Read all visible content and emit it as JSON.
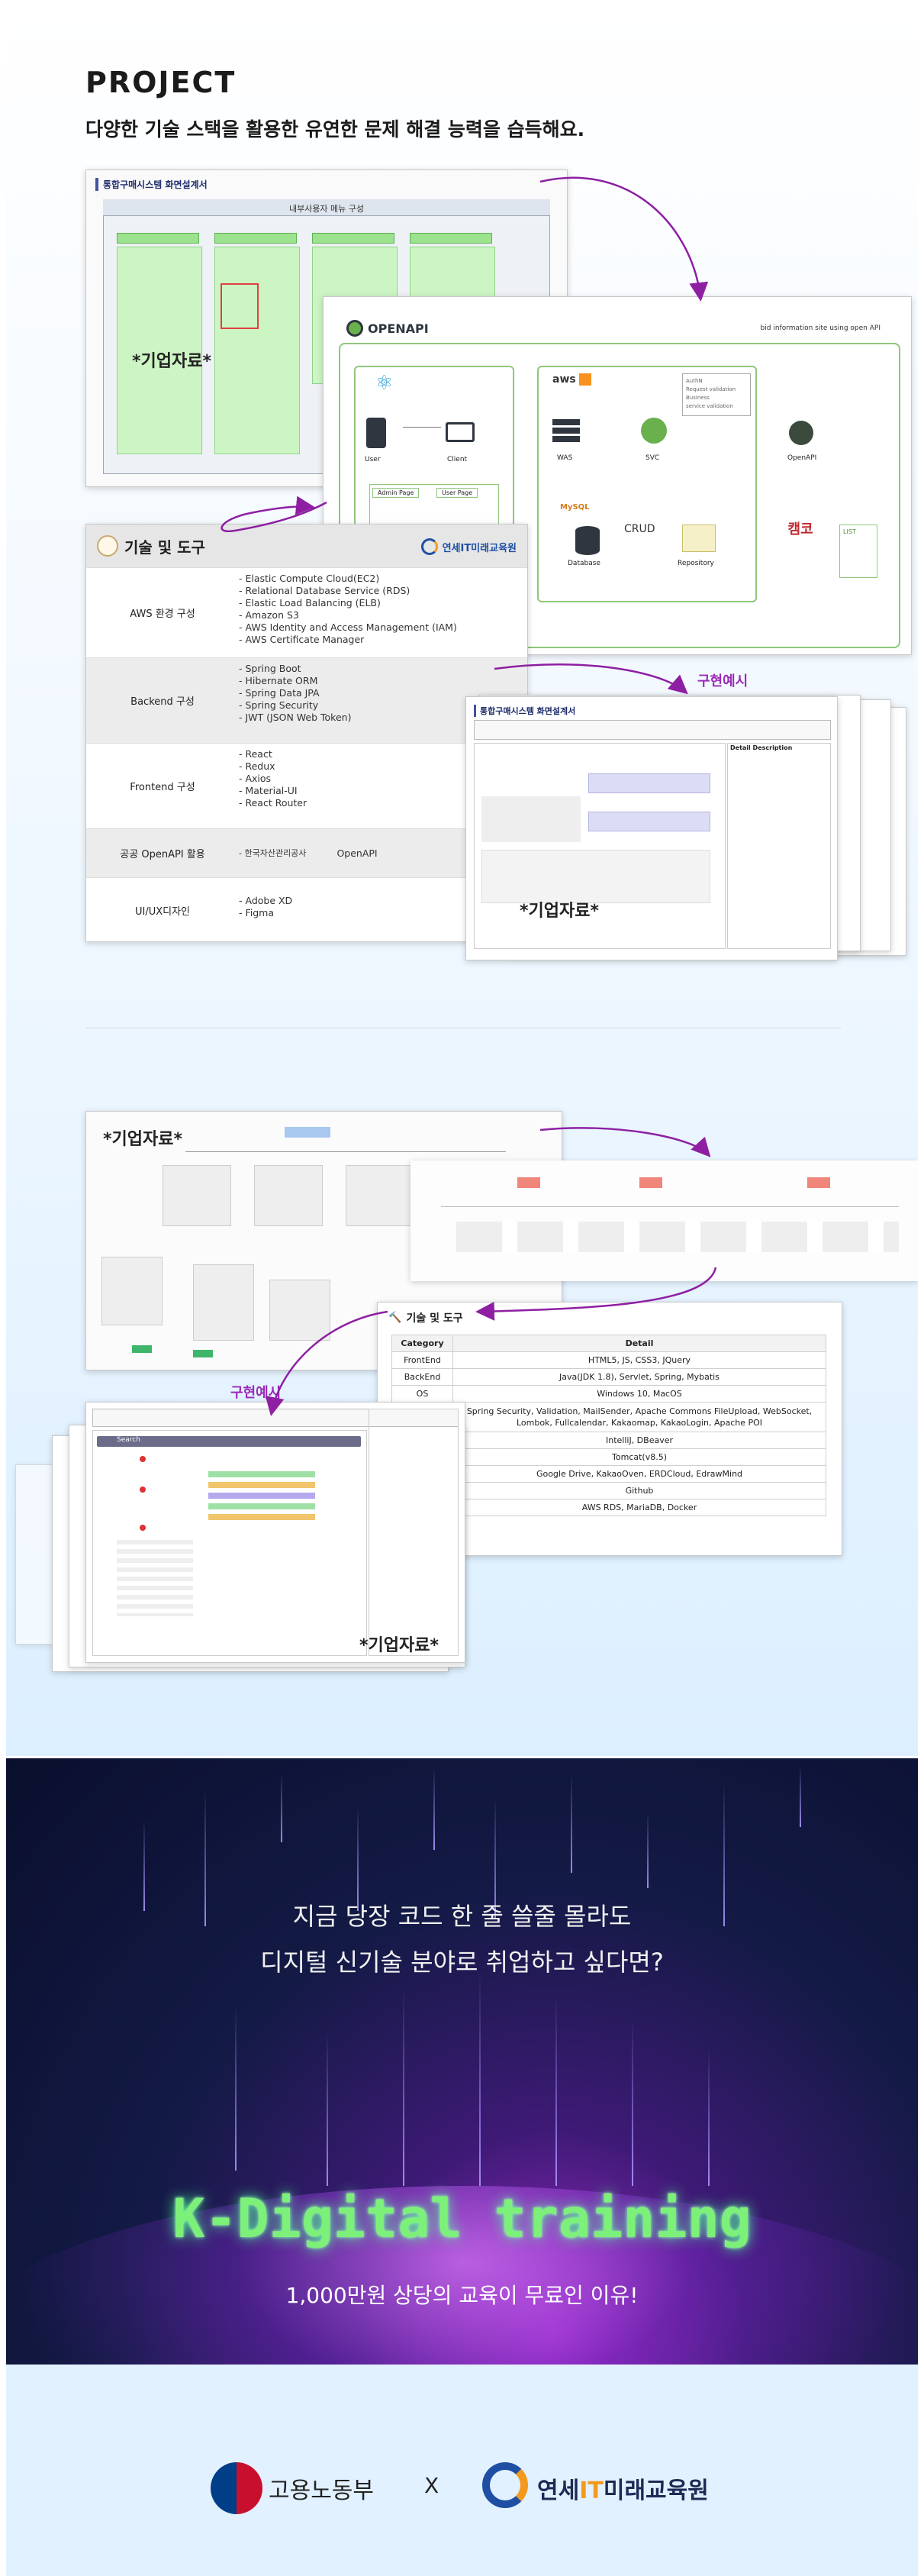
{
  "project": {
    "title": "PROJECT",
    "subtitle": "다양한 기술 스택을 활용한 유연한 문제 해결 능력을 습득해요."
  },
  "section1": {
    "screen_doc": {
      "title": "통합구매시스템 화면설계서",
      "menu_title": "내부사용자 메뉴 구성",
      "stamp": "*기업자료*"
    },
    "openapi": {
      "logo": "OPENAPI",
      "note": "bid information site using open API",
      "nodes": [
        "User",
        "Client",
        "WAS",
        "SVC",
        "OpenAPI",
        "Database",
        "Repository"
      ],
      "crud": "CRUD",
      "admin_page": "Admin Page",
      "user_page": "User Page",
      "list": "LIST"
    },
    "tech": {
      "title": "기술 및 도구",
      "org": "연세IT미래교육원",
      "rows": [
        {
          "cat": "AWS 환경 구성",
          "items": [
            "- Elastic Compute Cloud(EC2)",
            "- Relational Database Service (RDS)",
            "- Elastic Load Balancing (ELB)",
            "- Amazon S3",
            "- AWS Identity and Access Management (IAM)",
            "- AWS Certificate Manager"
          ]
        },
        {
          "cat": "Backend 구성",
          "items": [
            "- Spring Boot",
            "- Hibernate ORM",
            "- Spring Data JPA",
            "- Spring Security",
            "- JWT (JSON Web Token)"
          ]
        },
        {
          "cat": "Frontend 구성",
          "items": [
            "- React",
            "- Redux",
            "- Axios",
            "- Material-UI",
            "- React Router"
          ]
        },
        {
          "cat": "공공 OpenAPI 활용",
          "items": [
            "- 한국자산관리공사",
            "OpenAPI"
          ]
        },
        {
          "cat": "UI/UX디자인",
          "items": [
            "- Adobe XD",
            "- Figma"
          ]
        }
      ]
    },
    "impl_label": "구현예시",
    "impl_doc": {
      "title": "통합구매시스템 화면설계서",
      "detail": "Detail Description",
      "stamp": "*기업자료*"
    }
  },
  "section2": {
    "stamp_top": "*기업자료*",
    "tech_title": "기술 및 도구",
    "table": {
      "headers": [
        "Category",
        "Detail"
      ],
      "rows": [
        [
          "FrontEnd",
          "HTML5, JS, CSS3, JQuery"
        ],
        [
          "BackEnd",
          "Java(JDK 1.8), Servlet, Spring, Mybatis"
        ],
        [
          "OS",
          "Windows 10, MacOS"
        ],
        [
          "",
          "Spring Security, Validation, MailSender, Apache Commons FileUpload, WebSocket, Lombok, Fullcalendar, Kakaomap, KakaoLogin, Apache POI"
        ],
        [
          "",
          "IntelliJ, DBeaver"
        ],
        [
          "",
          "Tomcat(v8.5)"
        ],
        [
          "",
          "Google Drive, KakaoOven, ERDCloud, EdrawMind"
        ],
        [
          "",
          "Github"
        ],
        [
          "",
          "AWS RDS, MariaDB, Docker"
        ]
      ]
    },
    "impl_label": "구현예시",
    "stamp_bottom": "*기업자료*",
    "search_label": "Search"
  },
  "kdigital": {
    "line1": "지금 당장 코드 한 줄 쓸줄 몰라도",
    "line2": "디지털 신기술 분야로 취업하고 싶다면?",
    "brand": "K-Digital training",
    "sub": "1,000만원 상당의 교육이 무료인 이유!"
  },
  "footer": {
    "ministry": "고용노동부",
    "x": "X",
    "org_prefix": "연세",
    "org_it": "IT",
    "org_suffix": "미래교육원"
  },
  "colors": {
    "accent_purple": "#9b2ab8",
    "brand_green": "#7df07a",
    "ministry_red": "#c8102e",
    "ministry_blue": "#003f87",
    "yonsei_blue": "#1e4fa3",
    "yonsei_orange": "#f39a1e"
  }
}
